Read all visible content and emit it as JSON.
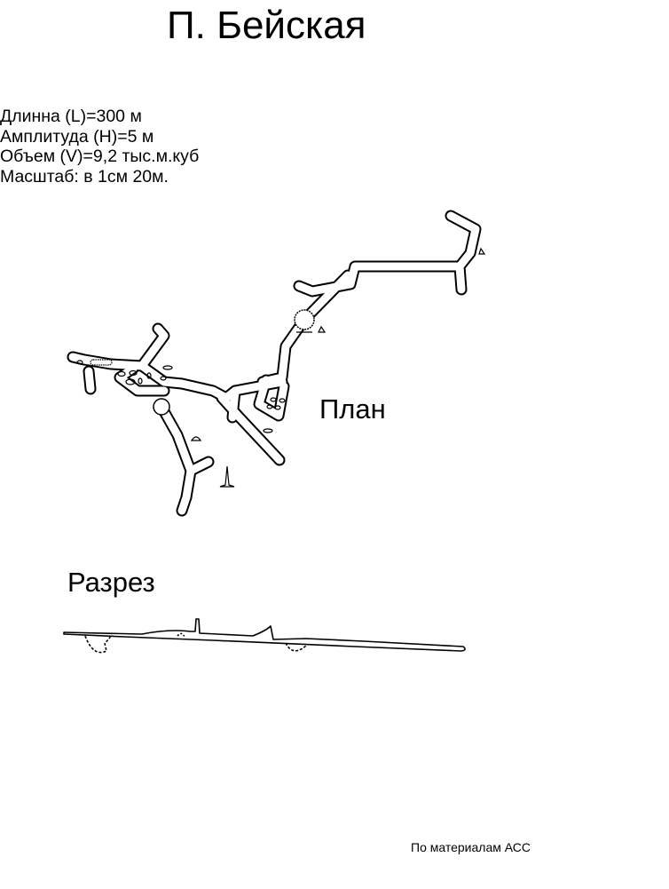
{
  "title": "П. Бейская",
  "stats": [
    "Длинна (L)=300 м",
    "Амплитуда (H)=5 м",
    "Объем (V)=9,2 тыс.м.куб",
    "Масштаб: в 1см 20м."
  ],
  "plan_label": "План",
  "section_label": "Разрез",
  "credit": "По материалам АСС"
}
